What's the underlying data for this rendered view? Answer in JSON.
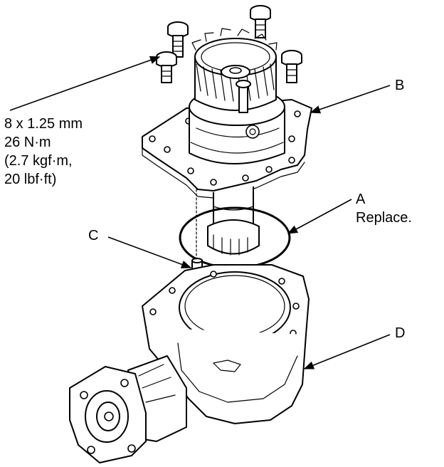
{
  "torque_spec": {
    "line1": "8 x 1.25 mm",
    "line2": "26 N·m",
    "line3": "(2.7 kgf·m,",
    "line4": "20 lbf·ft)"
  },
  "callouts": {
    "a_label": "A",
    "a_note": "Replace.",
    "b_label": "B",
    "c_label": "C",
    "d_label": "D"
  }
}
